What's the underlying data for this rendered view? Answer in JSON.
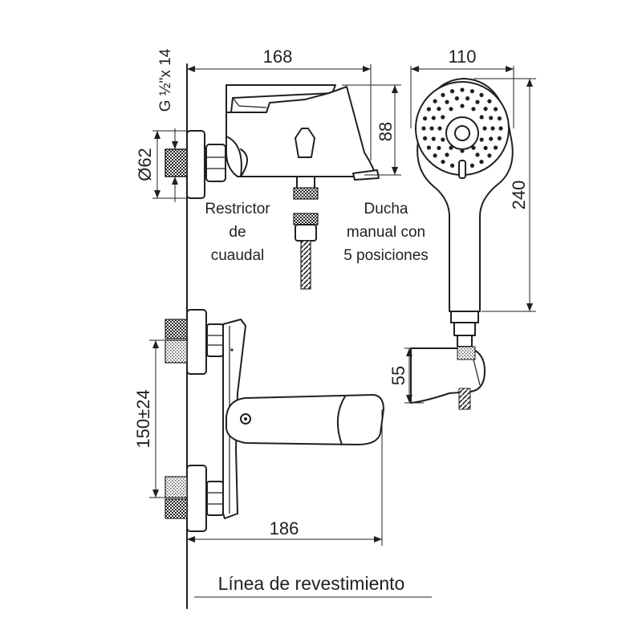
{
  "dimensions": {
    "spout_length": "168",
    "body_height": "88",
    "inlet_thread": "G ½\"x 14",
    "escutcheon_diameter": "Ø62",
    "handshower_diameter": "110",
    "handshower_length": "240",
    "holder_height": "55",
    "inlet_spacing": "150±24",
    "mixer_depth": "186"
  },
  "labels": {
    "flow_restrictor": [
      "Restrictor",
      "de",
      "cuaudal"
    ],
    "hand_shower": [
      "Ducha",
      "manual con",
      "5 posiciones"
    ],
    "wall_line": "Línea de revestimiento"
  }
}
